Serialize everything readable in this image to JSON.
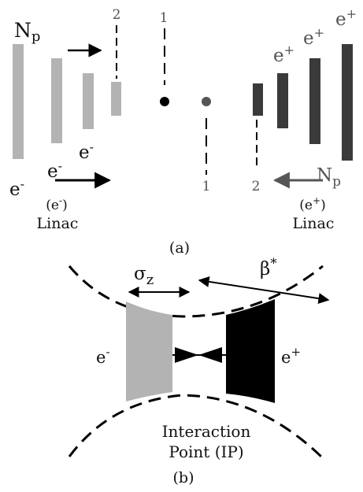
{
  "panel_a": {
    "caption": "(a)",
    "np_left": {
      "base": "N",
      "sub": "p"
    },
    "np_right": {
      "base": "N",
      "sub": "p"
    },
    "top_number_left": "2",
    "top_number_center": "1",
    "bottom_number_center": "1",
    "bottom_number_right": "2",
    "e_minus_1": {
      "base": "e",
      "sup": "-"
    },
    "e_minus_2": {
      "base": "e",
      "sup": "-"
    },
    "e_minus_3": {
      "base": "e",
      "sup": "-"
    },
    "e_plus_1": {
      "base": "e",
      "sup": "+"
    },
    "e_plus_2": {
      "base": "e",
      "sup": "+"
    },
    "e_plus_3": {
      "base": "e",
      "sup": "+"
    },
    "linac_left": {
      "open": "(e",
      "sup": "-",
      "close": ")",
      "label": "Linac"
    },
    "linac_right": {
      "open": "(e",
      "sup": "+",
      "close": ")",
      "label": "Linac"
    }
  },
  "panel_b": {
    "caption": "(b)",
    "sigma": {
      "base": "σ",
      "sub": "z"
    },
    "beta": {
      "base": "β",
      "sup": "*"
    },
    "electron": {
      "base": "e",
      "sup": "-"
    },
    "positron": {
      "base": "e",
      "sup": "+"
    },
    "ip_line1": "Interaction",
    "ip_line2": "Point (IP)"
  },
  "colors": {
    "electron_bunch": "#b3b3b3",
    "positron_bunch": "#3a3a3a",
    "positron_bunch_b": "#000000",
    "line": "#000000"
  }
}
